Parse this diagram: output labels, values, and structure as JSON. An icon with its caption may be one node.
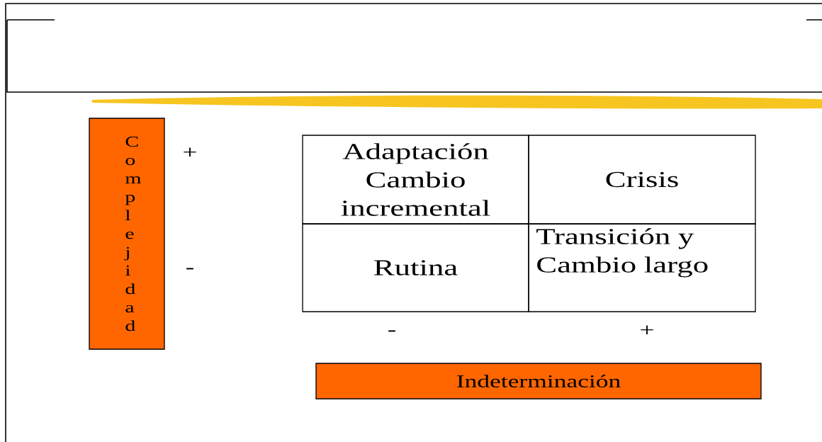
{
  "diagram": {
    "nodes": [
      {
        "text": [
          "Complejidad"
        ]
      },
      {
        "text": [
          "Adaptación Cambio incremental"
        ]
      },
      {
        "text": [
          "Crisis"
        ]
      },
      {
        "text": [
          "Rutina"
        ]
      },
      {
        "text": [
          "Transición y Cambio largo"
        ]
      },
      {
        "text": [
          "Indeterminación"
        ]
      }
    ],
    "labels": [
      "+",
      "-",
      "-",
      "+"
    ]
  }
}
